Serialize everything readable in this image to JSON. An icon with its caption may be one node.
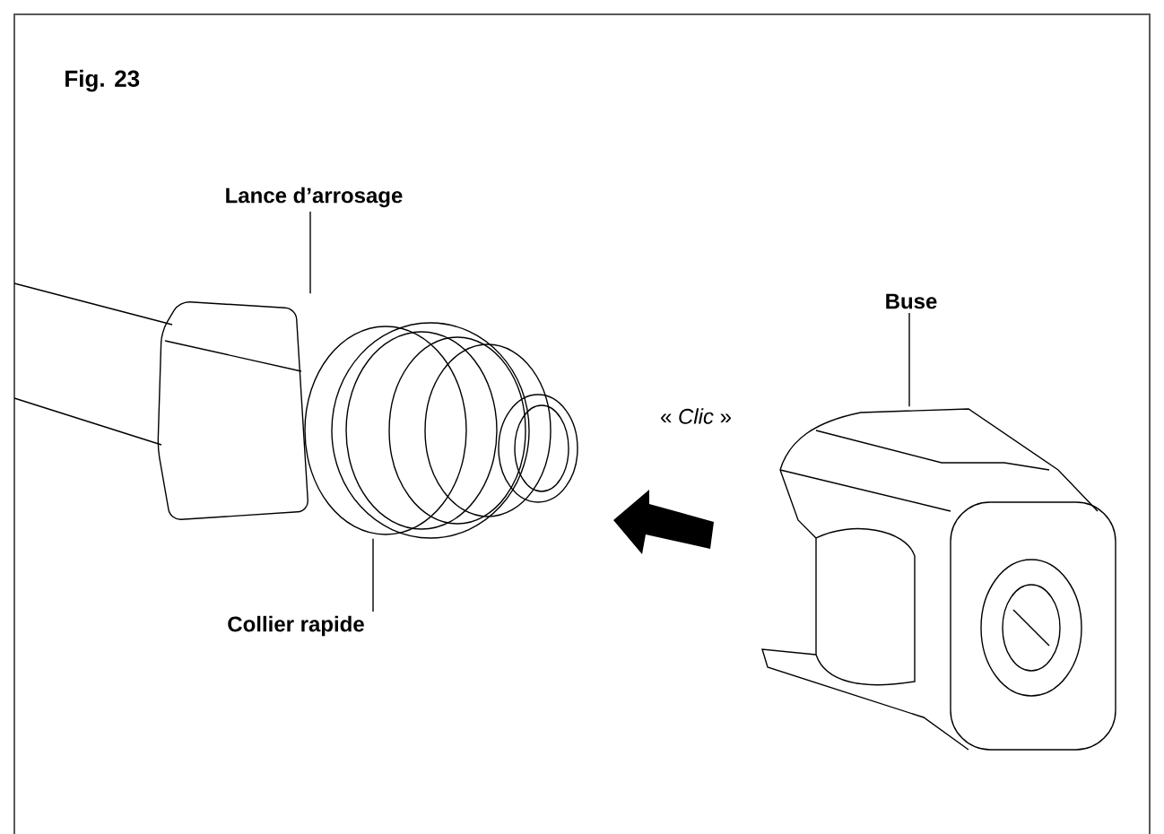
{
  "diagram": {
    "title": "Fig. 23",
    "nodes": [
      {
        "text": [
          "Lance d’arrosage"
        ]
      },
      {
        "text": [],
        "shape": "picture"
      },
      {
        "text": [
          "Collier rapide"
        ]
      },
      {
        "text": [],
        "shape": "picture"
      },
      {
        "text": [
          "Buse"
        ]
      },
      {
        "text": [],
        "shape": "picture"
      }
    ],
    "edges": [
      {
        "from": 0,
        "to": 1,
        "arrow": "none"
      },
      {
        "from": 2,
        "to": 3,
        "arrow": "none"
      },
      {
        "from": 4,
        "to": 5,
        "arrow": "none"
      }
    ],
    "labels": [
      "« *Clic* »"
    ]
  }
}
